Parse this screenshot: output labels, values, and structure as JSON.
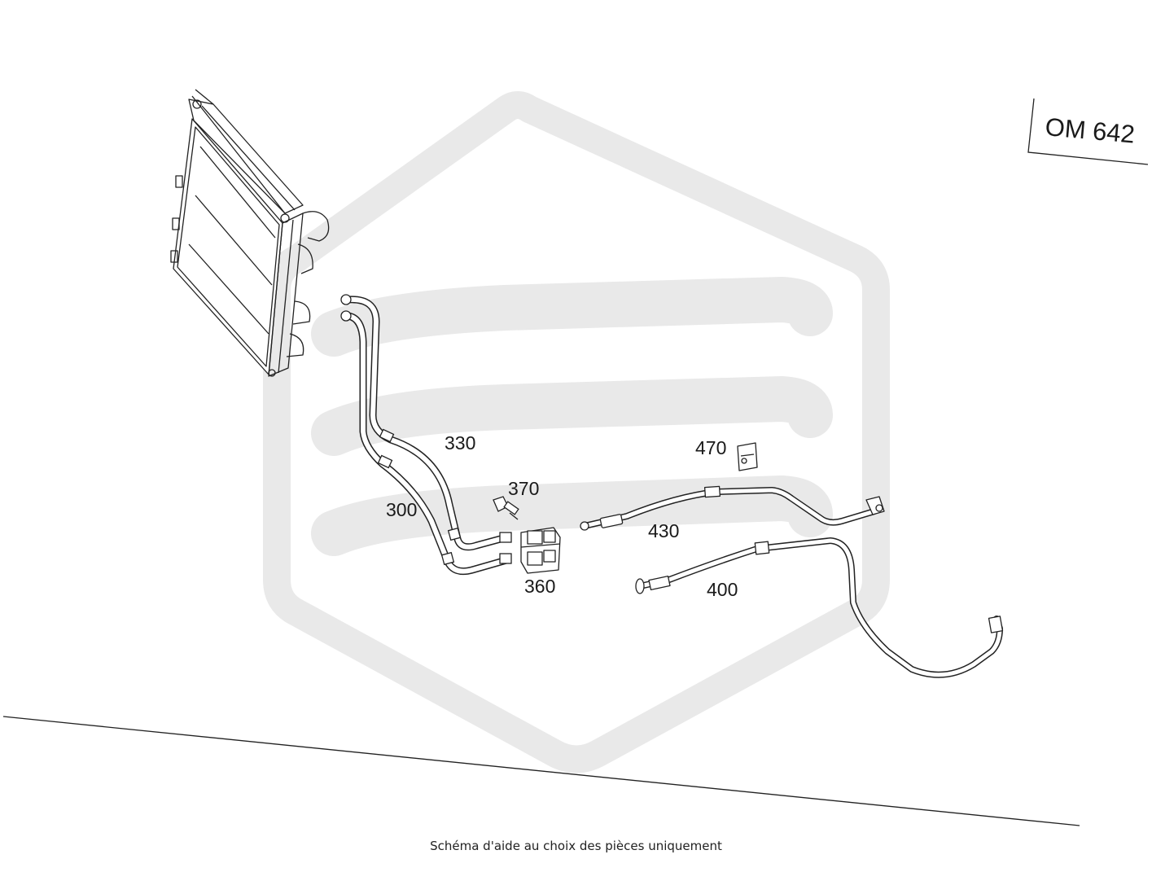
{
  "engine_code": "OM 642",
  "callouts": {
    "p300": "300",
    "p330": "330",
    "p360": "360",
    "p370": "370",
    "p400": "400",
    "p430": "430",
    "p470": "470"
  },
  "caption": "Schéma d'aide au choix des pièces uniquement",
  "colors": {
    "line_art": "#222222",
    "watermark": "#e8e8e8",
    "background": "#ffffff"
  },
  "icons": {
    "watermark": "logo-watermark-icon"
  }
}
